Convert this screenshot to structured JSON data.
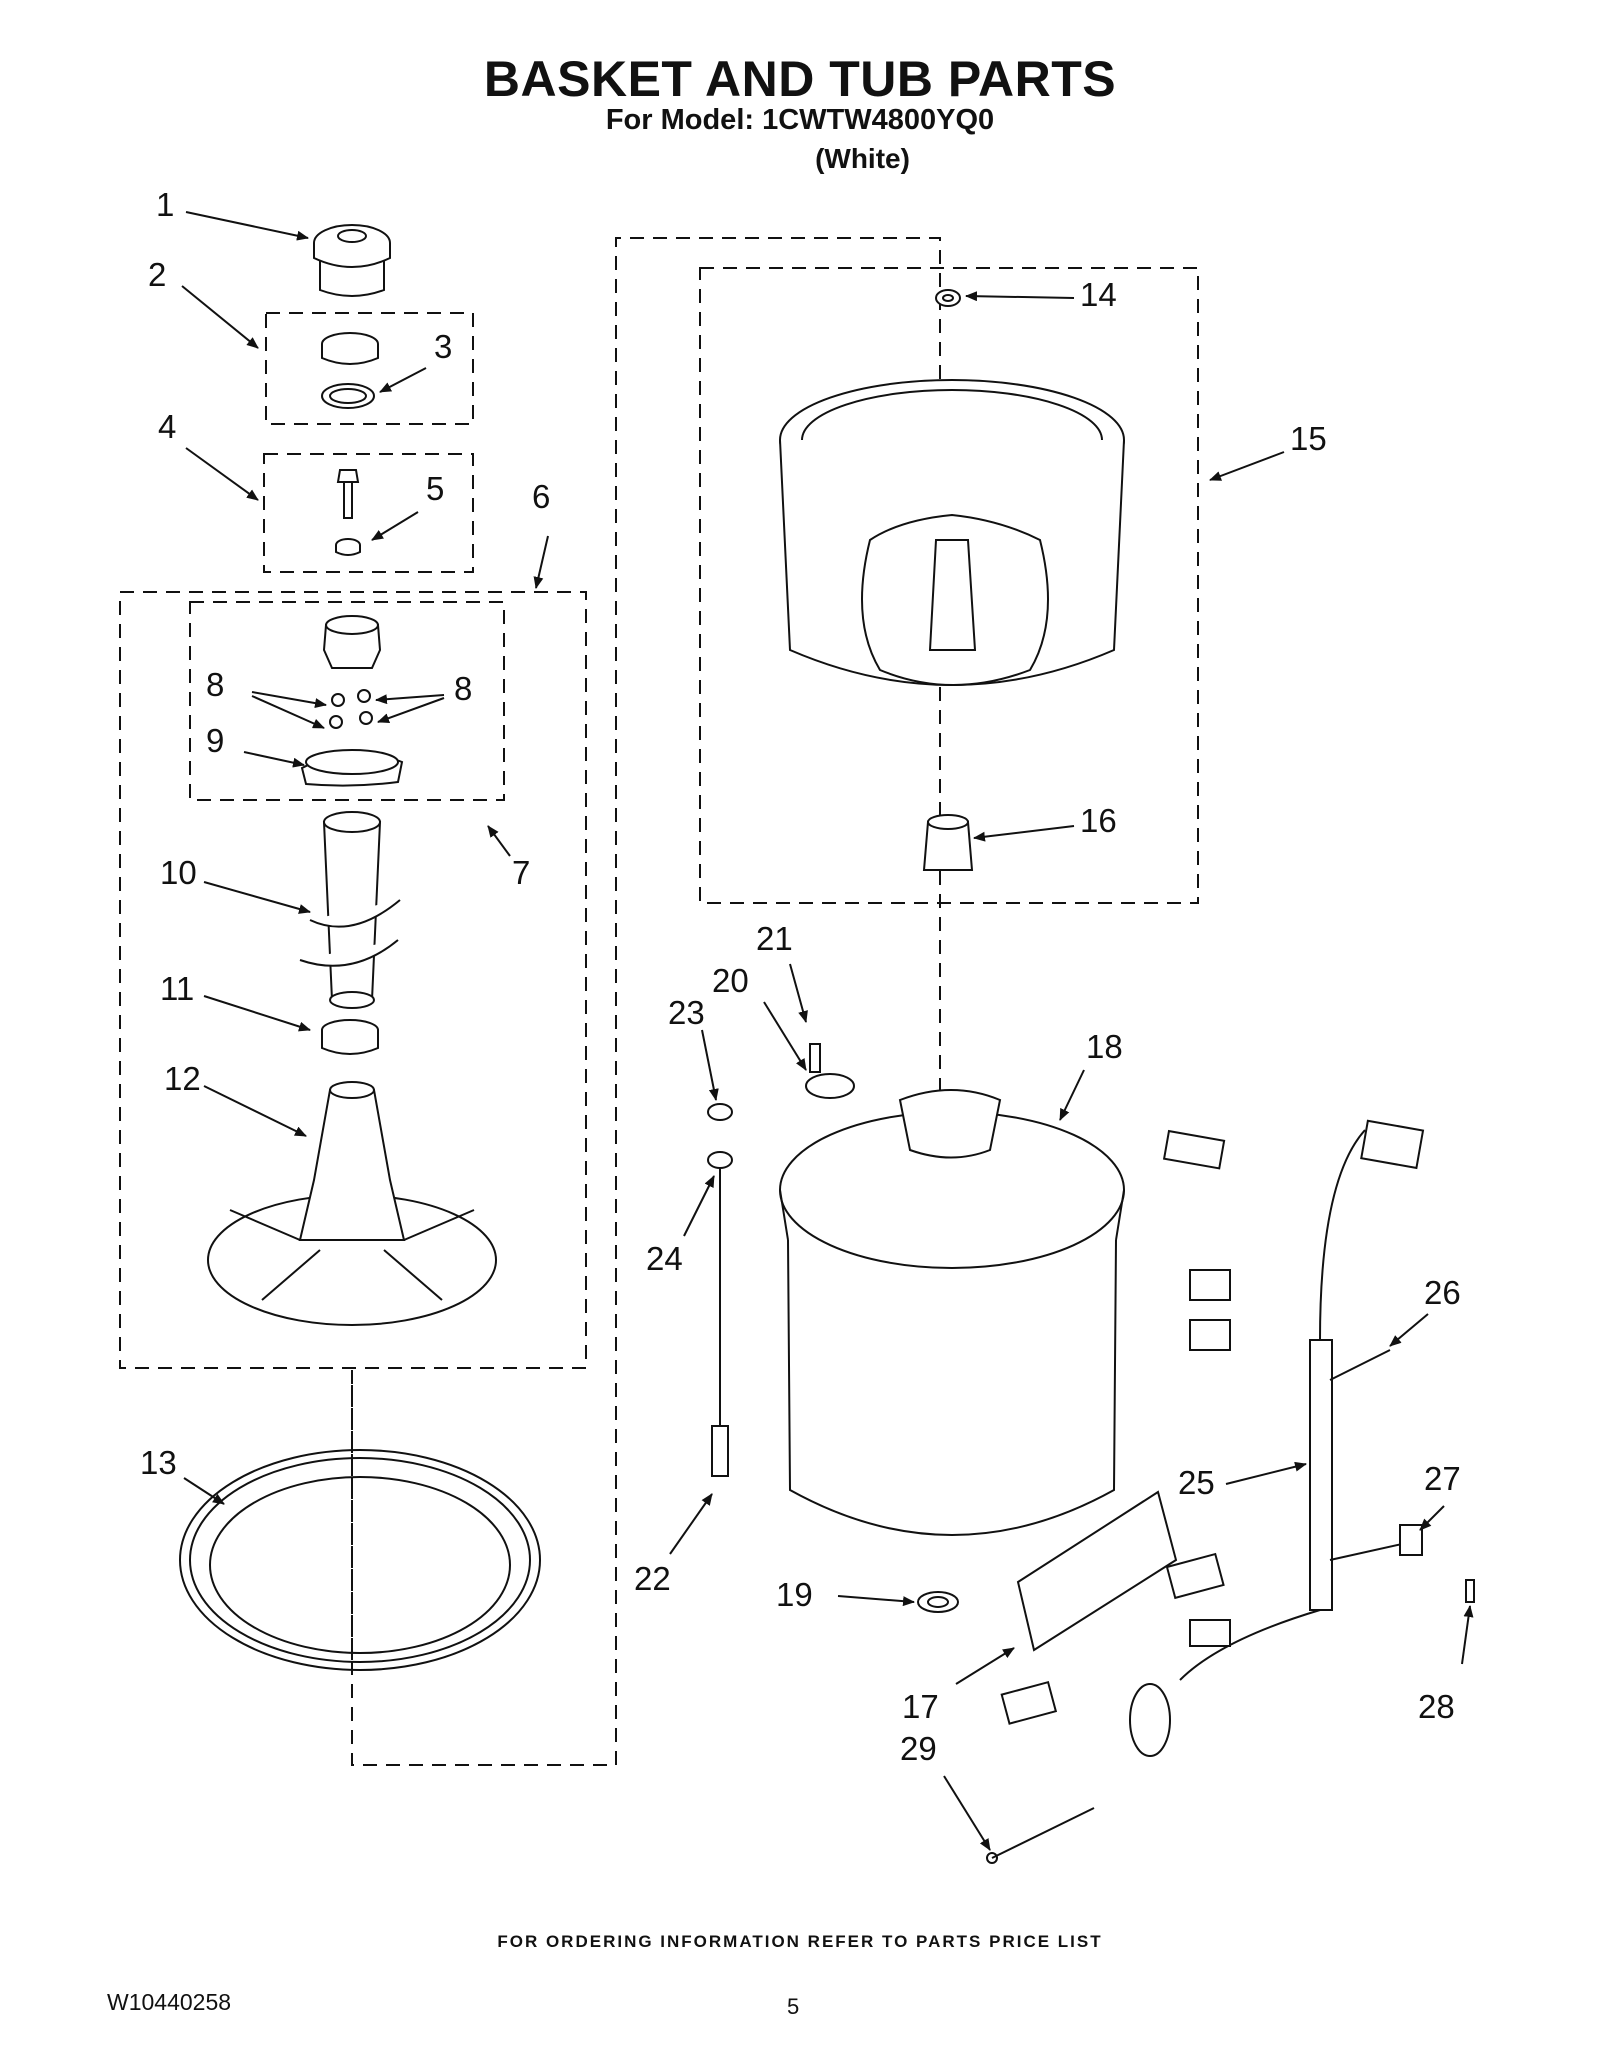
{
  "header": {
    "title": "BASKET AND TUB PARTS",
    "model_line": "For Model: 1CWTW4800YQ0",
    "color": "(White)"
  },
  "callouts": [
    "1",
    "2",
    "3",
    "4",
    "5",
    "6",
    "7",
    "8",
    "8",
    "9",
    "10",
    "11",
    "12",
    "13",
    "14",
    "15",
    "16",
    "17",
    "18",
    "19",
    "20",
    "21",
    "22",
    "23",
    "24",
    "25",
    "26",
    "27",
    "28",
    "29"
  ],
  "footer": {
    "ordering_note": "FOR ORDERING INFORMATION REFER TO PARTS PRICE LIST",
    "document_number": "W10440258",
    "page_number": "5"
  }
}
